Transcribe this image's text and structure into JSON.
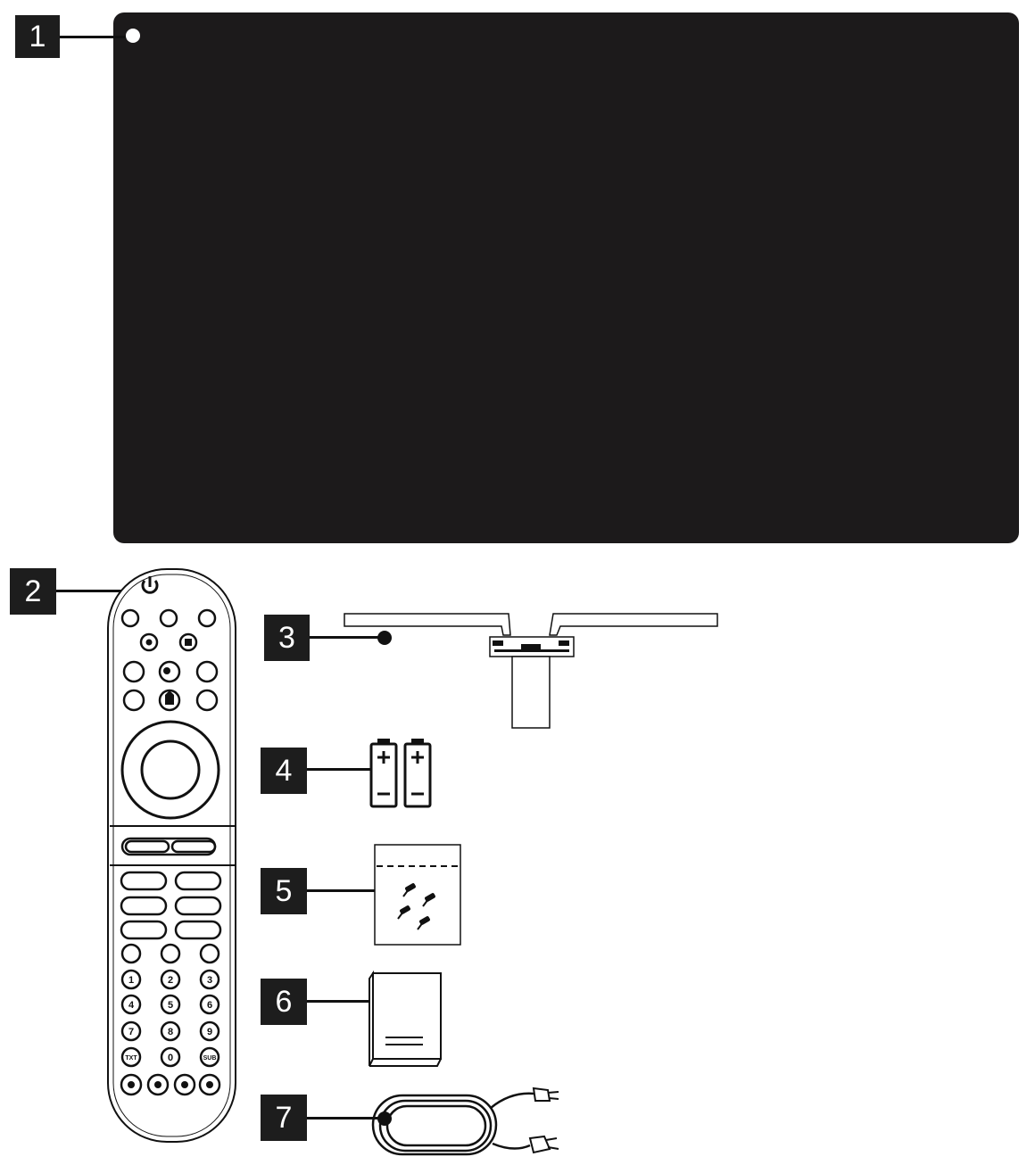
{
  "callouts": [
    {
      "n": "1",
      "item": "tv-panel"
    },
    {
      "n": "2",
      "item": "remote-control"
    },
    {
      "n": "3",
      "item": "stand"
    },
    {
      "n": "4",
      "item": "batteries"
    },
    {
      "n": "5",
      "item": "screw-bag"
    },
    {
      "n": "6",
      "item": "manual"
    },
    {
      "n": "7",
      "item": "power-cable"
    }
  ],
  "remote": {
    "digits": [
      "1",
      "2",
      "3",
      "4",
      "5",
      "6",
      "7",
      "8",
      "9",
      "0"
    ],
    "txt": "TXT",
    "sub": "SUB"
  },
  "colors": {
    "tv": "#1c1a1b",
    "callout_bg": "#1d1d1d",
    "line": "#111111"
  }
}
